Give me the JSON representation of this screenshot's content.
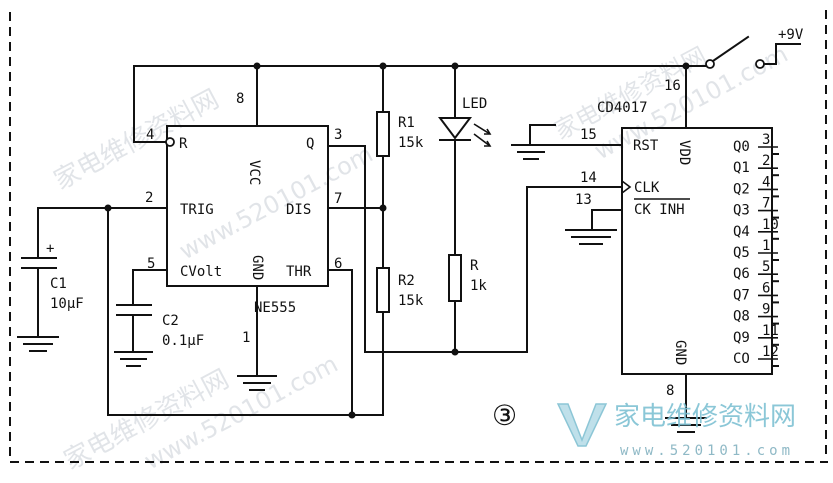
{
  "supply": {
    "label": "+9V"
  },
  "ic555": {
    "part": "NE555",
    "pins": {
      "r": "R",
      "vcc": "VCC",
      "q": "Q",
      "trig": "TRIG",
      "dis": "DIS",
      "cvolt": "CVolt",
      "gnd": "GND",
      "thr": "THR"
    },
    "pin_numbers": {
      "p1": "1",
      "p2": "2",
      "p3": "3",
      "p4": "4",
      "p5": "5",
      "p6": "6",
      "p7": "7",
      "p8": "8"
    }
  },
  "ic4017": {
    "part": "CD4017",
    "pins": {
      "rst": "RST",
      "vdd": "VDD",
      "clk": "CLK",
      "ck_inh": "CK INH",
      "gnd": "GND"
    },
    "pin_numbers": {
      "p16": "16",
      "p15": "15",
      "p14": "14",
      "p13": "13",
      "p8": "8"
    },
    "outputs": [
      {
        "name": "Q0",
        "pin": "3"
      },
      {
        "name": "Q1",
        "pin": "2"
      },
      {
        "name": "Q2",
        "pin": "4"
      },
      {
        "name": "Q3",
        "pin": "7"
      },
      {
        "name": "Q4",
        "pin": "10"
      },
      {
        "name": "Q5",
        "pin": "1"
      },
      {
        "name": "Q6",
        "pin": "5"
      },
      {
        "name": "Q7",
        "pin": "6"
      },
      {
        "name": "Q8",
        "pin": "9"
      },
      {
        "name": "Q9",
        "pin": "11"
      },
      {
        "name": "CO",
        "pin": "12"
      }
    ]
  },
  "components": {
    "r1": {
      "name": "R1",
      "value": "15k"
    },
    "r2": {
      "name": "R2",
      "value": "15k"
    },
    "r": {
      "name": "R",
      "value": "1k"
    },
    "led": {
      "name": "LED"
    },
    "c1": {
      "name": "C1",
      "value": "10μF",
      "polarity": "+"
    },
    "c2": {
      "name": "C2",
      "value": "0.1μF"
    }
  },
  "figure_number": "③",
  "watermark": {
    "logo_text": "家电维修资料网",
    "url": "www.520101.com",
    "diag_text": "家电维修资料网"
  }
}
